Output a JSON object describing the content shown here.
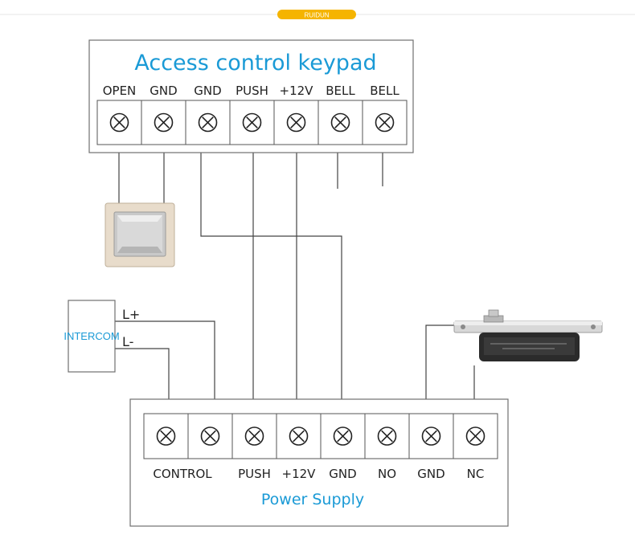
{
  "header": {
    "brand_badge": "RUIDUN",
    "brand_color": "#f5b400"
  },
  "keypad": {
    "title": "Access control keypad",
    "terminals": [
      "OPEN",
      "GND",
      "GND",
      "PUSH",
      "+12V",
      "BELL",
      "BELL"
    ]
  },
  "intercom": {
    "label": "INTERCOM",
    "wire_plus": "L+",
    "wire_minus": "L-"
  },
  "power_supply": {
    "title": "Power Supply",
    "terminals": [
      "CONTROL",
      "",
      "PUSH",
      "+12V",
      "GND",
      "NO",
      "GND",
      "NC"
    ]
  },
  "devices": {
    "exit_button": "exit-button",
    "electric_bolt": "electric-bolt-lock"
  },
  "colors": {
    "accent_blue": "#1a9ad6",
    "line": "#444444"
  }
}
